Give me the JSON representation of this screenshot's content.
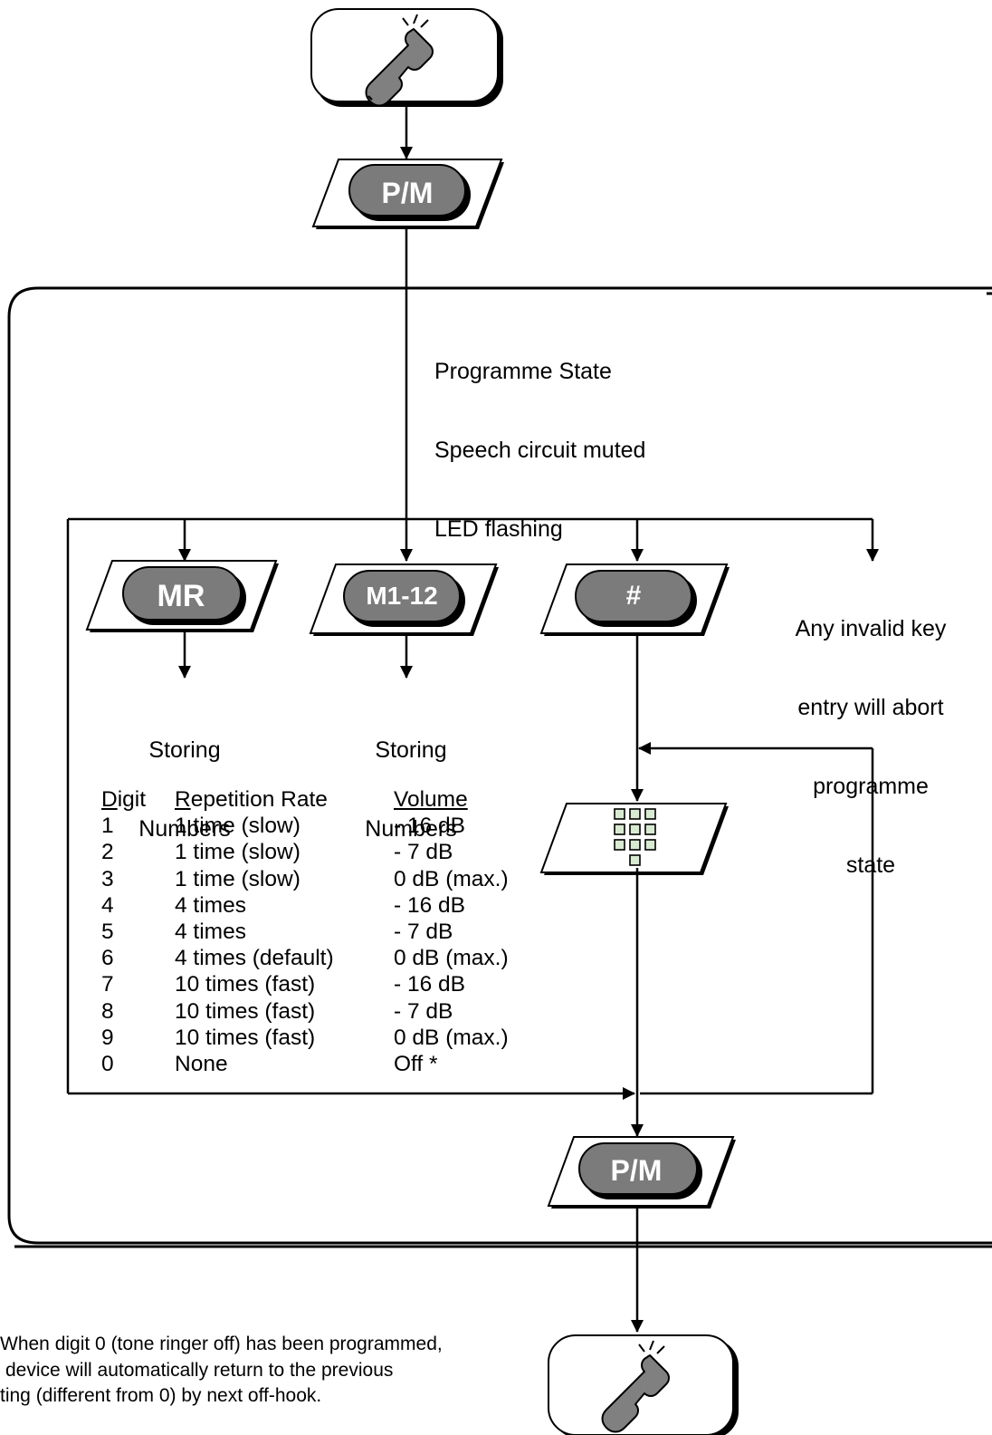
{
  "keys": {
    "pm_top": "P/M",
    "mr": "MR",
    "m1_12": "M1-12",
    "hash": "#",
    "pm_bottom": "P/M"
  },
  "programme_state": {
    "line1": "Programme State",
    "line2": "Speech circuit muted",
    "line3": "LED flashing"
  },
  "invalid_key": {
    "line1": "Any invalid key",
    "line2": "entry will abort",
    "line3": "programme",
    "line4": "state"
  },
  "storing_mr": {
    "line1": "Storing",
    "line2": "Numbers"
  },
  "storing_m": {
    "line1": "Storing",
    "line2": "Numbers"
  },
  "table": {
    "headers": {
      "digit": "Digit",
      "rate": "Repetition Rate",
      "volume": "Volume"
    },
    "rows": [
      {
        "digit": "1",
        "rate": "1 time (slow)",
        "volume": "- 16 dB"
      },
      {
        "digit": "2",
        "rate": "1 time (slow)",
        "volume": "- 7 dB"
      },
      {
        "digit": "3",
        "rate": "1 time (slow)",
        "volume": "0 dB (max.)"
      },
      {
        "digit": "4",
        "rate": "4 times",
        "volume": "- 16 dB"
      },
      {
        "digit": "5",
        "rate": "4 times",
        "volume": "- 7 dB"
      },
      {
        "digit": "6",
        "rate": "4 times (default)",
        "volume": "0 dB (max.)"
      },
      {
        "digit": "7",
        "rate": "10 times (fast)",
        "volume": "- 16 dB"
      },
      {
        "digit": "8",
        "rate": "10 times (fast)",
        "volume": "- 7 dB"
      },
      {
        "digit": "9",
        "rate": "10 times (fast)",
        "volume": "0 dB (max.)"
      },
      {
        "digit": "0",
        "rate": "None",
        "volume": "Off *"
      }
    ]
  },
  "footnote": {
    "line1": "When digit 0 (tone ringer off) has been programmed,",
    "line2": "device will automatically return to the previous",
    "line3": "ting (different from 0) by next off-hook."
  },
  "icons": {
    "top": "phone-offhook-icon",
    "bottom": "phone-offhook-icon",
    "keypad": "keypad-icon"
  },
  "colors": {
    "key_fill": "#7b7b7b",
    "keypad_fill": "#d9ead3",
    "phone_fill": "#808080"
  }
}
